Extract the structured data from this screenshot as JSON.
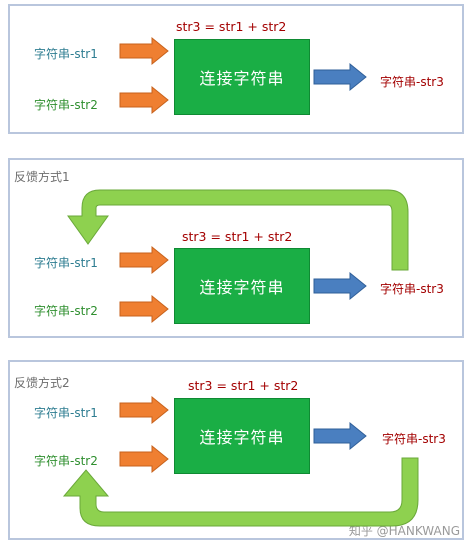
{
  "diagram1": {
    "formula": "str3 = str1 + str2",
    "block_label": "连接字符串",
    "input1": "字符串-str1",
    "input2": "字符串-str2",
    "output": "字符串-str3"
  },
  "diagram2": {
    "title": "反馈方式1",
    "formula": "str3 = str1 + str2",
    "block_label": "连接字符串",
    "input1": "字符串-str1",
    "input2": "字符串-str2",
    "output": "字符串-str3"
  },
  "diagram3": {
    "title": "反馈方式2",
    "formula": "str3 = str1 + str2",
    "block_label": "连接字符串",
    "input1": "字符串-str1",
    "input2": "字符串-str2",
    "output": "字符串-str3"
  },
  "watermark": "知乎 @HANKWANG",
  "colors": {
    "block": "#1aae45",
    "input_arrow": "#ef7f31",
    "output_arrow": "#4a7fc0",
    "feedback_arrow": "#8ed14f",
    "panel_border": "#b9c6dd"
  }
}
